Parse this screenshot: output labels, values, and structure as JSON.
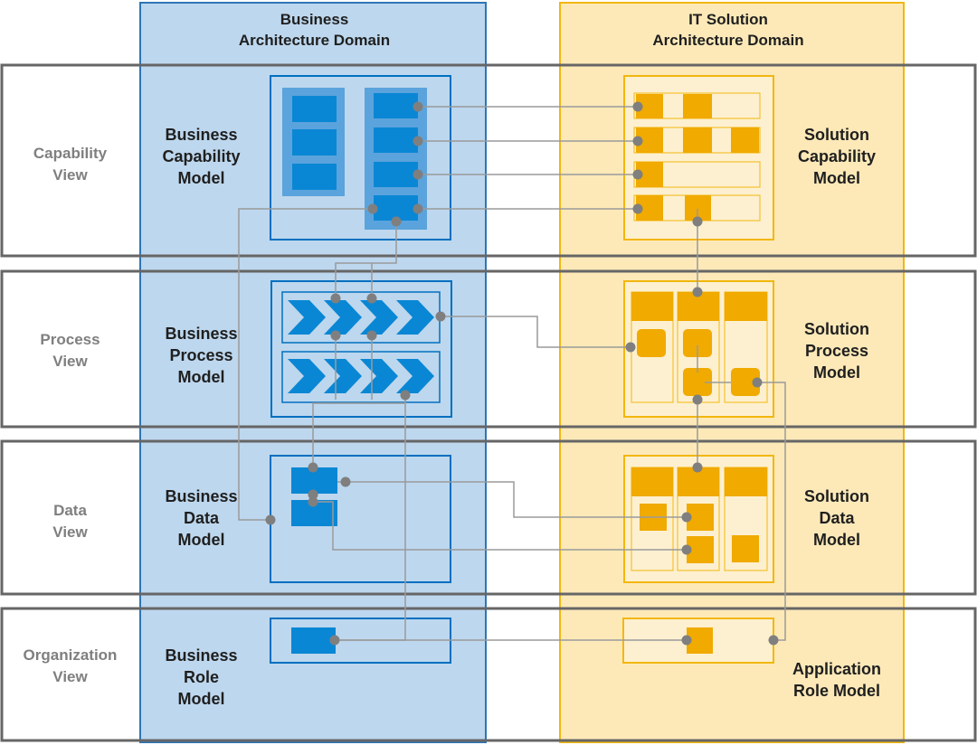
{
  "domains": {
    "business": {
      "line1": "Business",
      "line2": "Architecture Domain"
    },
    "it": {
      "line1": "IT Solution",
      "line2": "Architecture Domain"
    }
  },
  "views": [
    {
      "line1": "Capability",
      "line2": "View"
    },
    {
      "line1": "Process",
      "line2": "View"
    },
    {
      "line1": "Data",
      "line2": "View"
    },
    {
      "line1": "Organization",
      "line2": "View"
    }
  ],
  "business_models": [
    {
      "lines": [
        "Business",
        "Capability",
        "Model"
      ]
    },
    {
      "lines": [
        "Business",
        "Process",
        "Model"
      ]
    },
    {
      "lines": [
        "Business",
        "Data",
        "Model"
      ]
    },
    {
      "lines": [
        "Business",
        "Role",
        "Model"
      ]
    }
  ],
  "solution_models": [
    {
      "lines": [
        "Solution",
        "Capability",
        "Model"
      ]
    },
    {
      "lines": [
        "Solution",
        "Process",
        "Model"
      ]
    },
    {
      "lines": [
        "Solution",
        "Data",
        "Model"
      ]
    },
    {
      "lines": [
        "Application",
        "Role Model"
      ]
    }
  ],
  "colors": {
    "business_fill": "#bdd7ee",
    "business_border": "#2e75b6",
    "business_block": "#0a87d4",
    "business_block_dark": "#0070c0",
    "it_fill": "#fde9b8",
    "it_border": "#f2b70e",
    "it_block": "#f0aa00",
    "it_light": "#fdf0d0",
    "view_border": "#666666",
    "connector": "#999999",
    "dot": "#808080"
  }
}
